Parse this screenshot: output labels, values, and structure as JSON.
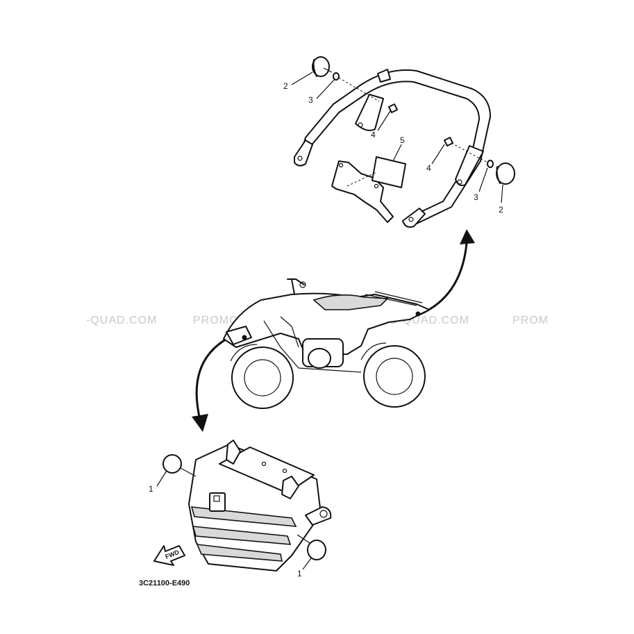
{
  "diagram": {
    "part_callouts": [
      {
        "id": "callout-2-left",
        "label": "2"
      },
      {
        "id": "callout-3-left",
        "label": "3"
      },
      {
        "id": "callout-4-left",
        "label": "4"
      },
      {
        "id": "callout-5",
        "label": "5"
      },
      {
        "id": "callout-4-right",
        "label": "4"
      },
      {
        "id": "callout-3-right",
        "label": "3"
      },
      {
        "id": "callout-2-right",
        "label": "2"
      },
      {
        "id": "callout-1-left",
        "label": "1"
      },
      {
        "id": "callout-1-right",
        "label": "1"
      }
    ],
    "drawing_code": "3C21100-E490",
    "fwd_label": "FWD",
    "watermarks": [
      "-QUAD.COM",
      "PROMO-QUAD.COM",
      "PROMO-QUAD.COM",
      "PROM"
    ]
  }
}
